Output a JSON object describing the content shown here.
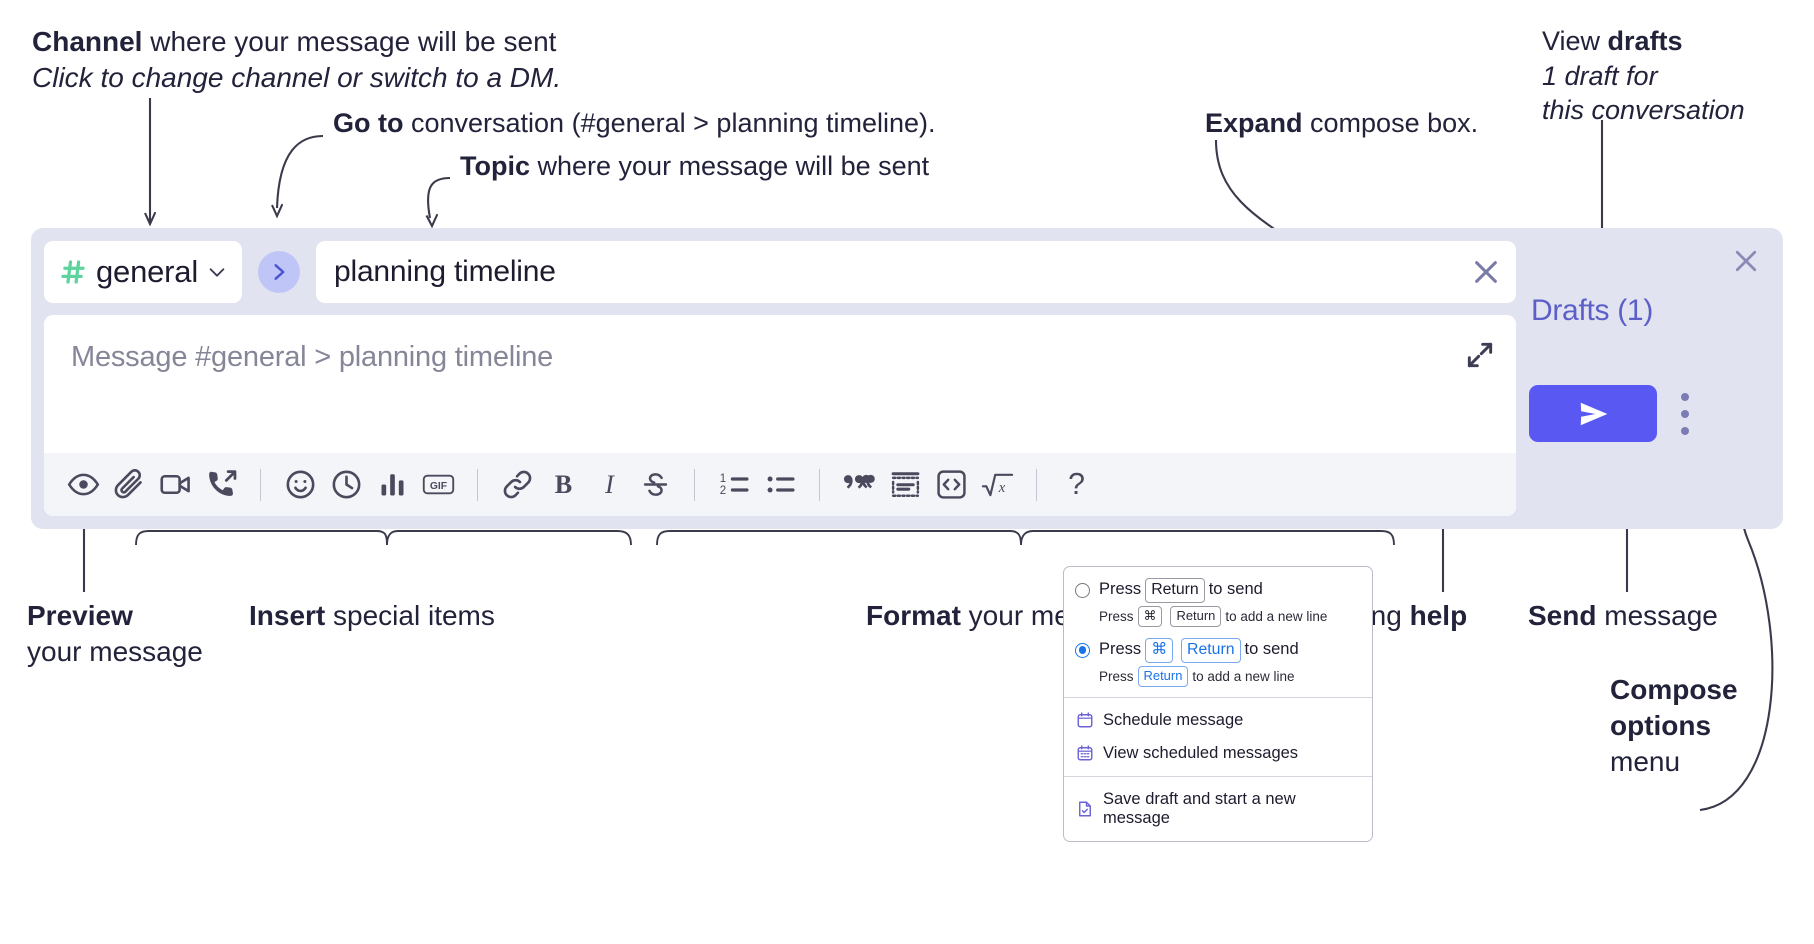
{
  "annotations": {
    "channel": {
      "bold": "Channel",
      "rest": " where your message will be sent",
      "italic": "Click to change channel or switch to a DM."
    },
    "goto": {
      "bold": "Go to",
      "rest": " conversation (#general > planning timeline)."
    },
    "topic": {
      "bold": "Topic",
      "rest": " where your message will be sent"
    },
    "expand": {
      "bold": "Expand",
      "rest": " compose box."
    },
    "drafts": {
      "bold_lead": "View ",
      "bold": "drafts",
      "italic1": "1 draft for",
      "italic2": "this conversation"
    },
    "preview": {
      "bold": "Preview",
      "rest": "your message"
    },
    "insert": {
      "bold": "Insert",
      "rest": " special items"
    },
    "format": {
      "bold": "Format",
      "rest": " your message"
    },
    "formatting_help": {
      "lead": "Formatting ",
      "bold": "help"
    },
    "send": {
      "bold": "Send",
      "rest": " message"
    },
    "compose_options": {
      "bold1": "Compose",
      "bold2": "options",
      "rest": "menu"
    }
  },
  "compose": {
    "channel_name": "general",
    "topic_value": "planning timeline",
    "message_placeholder": "Message #general > planning timeline",
    "drafts_label": "Drafts (1)",
    "icons": {
      "hash": "hash-icon",
      "chevron": "chevron-down-icon",
      "go": "go-to-conversation-icon",
      "clear": "clear-topic-icon",
      "expand": "expand-compose-icon",
      "close": "close-icon",
      "send": "send-icon",
      "kebab": "compose-options-icon"
    },
    "toolbar": [
      {
        "name": "preview-icon",
        "label": "Preview"
      },
      {
        "name": "attach-icon",
        "label": "Attach file"
      },
      {
        "name": "video-icon",
        "label": "Record video clip"
      },
      {
        "name": "huddle-icon",
        "label": "Start a call"
      },
      {
        "sep": true
      },
      {
        "name": "emoji-icon",
        "label": "Emoji"
      },
      {
        "name": "clock-icon",
        "label": "Schedule"
      },
      {
        "name": "poll-icon",
        "label": "Poll"
      },
      {
        "name": "gif-icon",
        "label": "GIF"
      },
      {
        "sep": true
      },
      {
        "name": "link-icon",
        "label": "Link"
      },
      {
        "name": "bold-icon",
        "label": "Bold"
      },
      {
        "name": "italic-icon",
        "label": "Italic"
      },
      {
        "name": "strikethrough-icon",
        "label": "Strikethrough"
      },
      {
        "sep": true
      },
      {
        "name": "ordered-list-icon",
        "label": "Ordered list"
      },
      {
        "name": "bulleted-list-icon",
        "label": "Bulleted list"
      },
      {
        "sep": true
      },
      {
        "name": "blockquote-icon",
        "label": "Blockquote"
      },
      {
        "name": "code-block-icon",
        "label": "Code block"
      },
      {
        "name": "code-icon",
        "label": "Code"
      },
      {
        "name": "math-icon",
        "label": "Math"
      },
      {
        "sep": true
      },
      {
        "name": "help-icon",
        "label": "Formatting help"
      }
    ]
  },
  "menu": {
    "option1": {
      "pre": "Press",
      "key": "Return",
      "post": "to send",
      "sub_pre": "Press",
      "sub_key1": "⌘",
      "sub_key2": "Return",
      "sub_post": "to add a new line",
      "selected": false
    },
    "option2": {
      "pre": "Press",
      "key1": "⌘",
      "key2": "Return",
      "post": "to send",
      "sub_pre": "Press",
      "sub_key": "Return",
      "sub_post": "to add a new line",
      "selected": true
    },
    "items": [
      {
        "icon": "calendar-icon",
        "label": "Schedule message"
      },
      {
        "icon": "calendar-list-icon",
        "label": "View scheduled messages"
      },
      {
        "icon": "save-draft-icon",
        "label": "Save draft and start a new message"
      }
    ]
  },
  "colors": {
    "accent": "#5a58f2",
    "panel": "#e2e3f1",
    "hash_green": "#5ed39e",
    "drafts_text": "#5b5fc7",
    "radio_blue": "#1a73e8"
  }
}
